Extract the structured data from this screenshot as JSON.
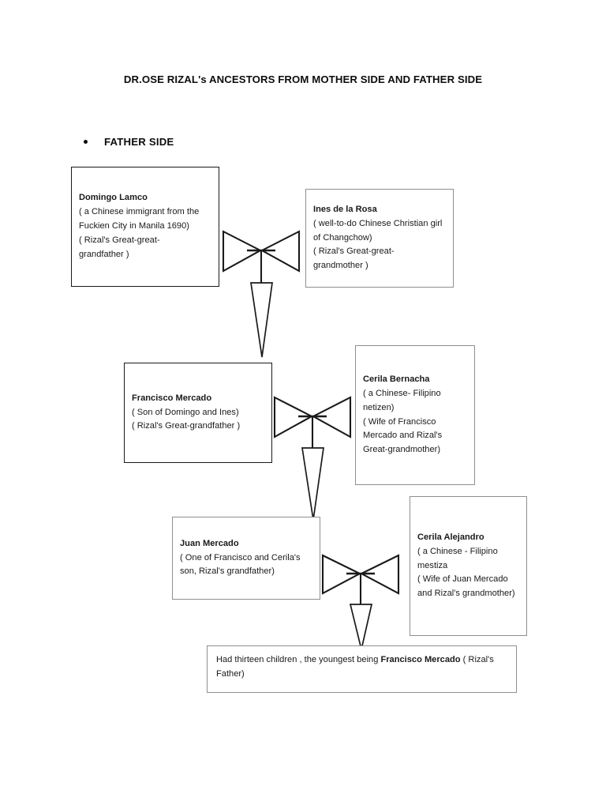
{
  "document": {
    "title": "DR.OSE RIZAL's ANCESTORS FROM MOTHER SIDE AND FATHER SIDE",
    "section_bullet": "FATHER SIDE"
  },
  "colors": {
    "text": "#1a1a1a",
    "heading": "#0d0d0d",
    "box_border_dark": "#1a1a1a",
    "box_border_light": "#8f8f8f",
    "page_background": "#ffffff"
  },
  "nodes": [
    {
      "id": "domingo-lamco",
      "name": "Domingo Lamco",
      "lines": [
        "( a Chinese immigrant from the",
        "Fuckien City in Manila 1690)",
        "( Rizal's Great-great-",
        "grandfather )"
      ]
    },
    {
      "id": "ines-de-la-rosa",
      "name": "Ines de la Rosa",
      "lines": [
        "( well-to-do Chinese Christian girl",
        "of Changchow)",
        "( Rizal's Great-great-",
        "grandmother )"
      ]
    },
    {
      "id": "francisco-mercado",
      "name": "Francisco Mercado",
      "lines": [
        "( Son of Domingo and Ines)",
        "( Rizal's Great-grandfather )"
      ]
    },
    {
      "id": "cerila-bernacha",
      "name": "Cerila Bernacha",
      "lines": [
        "( a Chinese- Filipino",
        "netizen)",
        "( Wife of Francisco",
        "Mercado and Rizal's",
        "Great-grandmother)"
      ]
    },
    {
      "id": "juan-mercado",
      "name": "Juan Mercado",
      "lines": [
        "( One of Francisco and Cerila's",
        "son, Rizal's grandfather)"
      ]
    },
    {
      "id": "cerila-alejandro",
      "name": "Cerila Alejandro",
      "lines": [
        "( a Chinese - Filipino",
        "mestiza",
        "( Wife of Juan Mercado",
        "and Rizal's grandmother)"
      ]
    }
  ],
  "note": {
    "text_before": "Had thirteen children , the youngest being ",
    "emphasis": "Francisco Mercado",
    "text_after": " ( Rizal's Father)"
  },
  "connectors": [
    {
      "id": "union-1",
      "icon": "double-arrow-union-icon"
    },
    {
      "id": "union-2",
      "icon": "double-arrow-union-icon"
    },
    {
      "id": "union-3",
      "icon": "double-arrow-union-icon"
    }
  ]
}
